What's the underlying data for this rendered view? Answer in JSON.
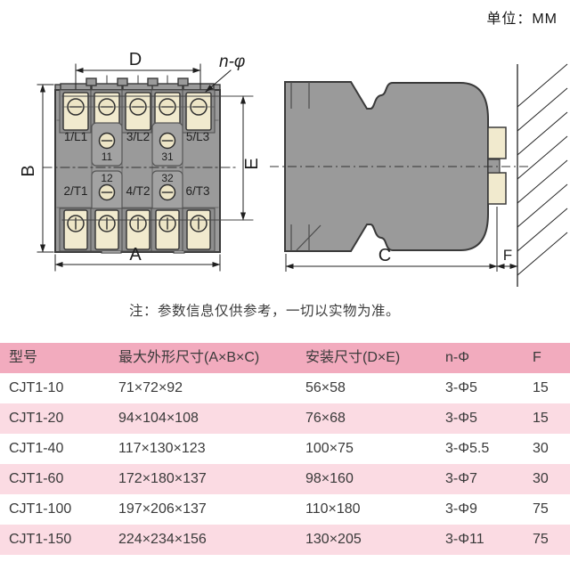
{
  "unit_label": "单位：MM",
  "note": "注：参数信息仅供参考，一切以实物为准。",
  "front_view": {
    "dim_D": "D",
    "dim_B": "B",
    "dim_A": "A",
    "dim_E": "E",
    "hole_callout": "n-φ",
    "t_1l1": "1/L1",
    "t_3l2": "3/L2",
    "t_5l3": "5/L3",
    "t_2t1": "2/T1",
    "t_4t2": "4/T2",
    "t_6t3": "6/T3",
    "aux_11": "11",
    "aux_31": "31",
    "aux_12": "12",
    "aux_32": "32"
  },
  "side_view": {
    "dim_C": "C",
    "dim_F": "F"
  },
  "table": {
    "headers": [
      "型号",
      "最大外形尺寸(A×B×C)",
      "安装尺寸(D×E)",
      "n-Φ",
      "F"
    ],
    "rows": [
      [
        "CJT1-10",
        "71×72×92",
        "56×58",
        "3-Φ5",
        "15"
      ],
      [
        "CJT1-20",
        "94×104×108",
        "76×68",
        "3-Φ5",
        "15"
      ],
      [
        "CJT1-40",
        "117×130×123",
        "100×75",
        "3-Φ5.5",
        "30"
      ],
      [
        "CJT1-60",
        "172×180×137",
        "98×160",
        "3-Φ7",
        "30"
      ],
      [
        "CJT1-100",
        "197×206×137",
        "110×180",
        "3-Φ9",
        "75"
      ],
      [
        "CJT1-150",
        "224×234×156",
        "130×205",
        "3-Φ11",
        "75"
      ]
    ]
  },
  "colors": {
    "table_header_pink": "#F2ABBE",
    "table_row_pink": "#FBDBE3",
    "body_gray": "#9A9A9A",
    "terminal_cream": "#F1EACE",
    "outline": "#3A3A3A"
  }
}
